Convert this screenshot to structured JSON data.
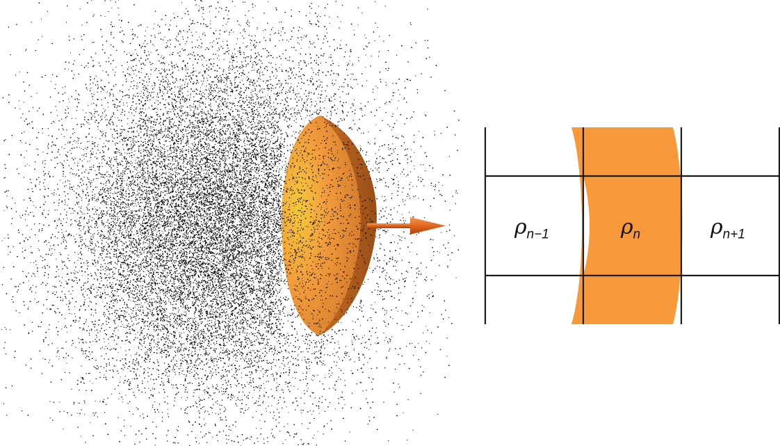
{
  "colors": {
    "particles": "#000000",
    "shell_light": "#f2b93a",
    "shell_mid": "#f09a3c",
    "shell_dark": "#b45f1d",
    "arrow": "#e0661f",
    "band": "#f7993a",
    "grid": "#1a1a1a",
    "background": "#ffffff"
  },
  "particle_cloud": {
    "count": 21000,
    "seed": 7
  },
  "grid_cells": [
    {
      "symbol": "ρ",
      "subscript": "n−1"
    },
    {
      "symbol": "ρ",
      "subscript": "n"
    },
    {
      "symbol": "ρ",
      "subscript": "n+1"
    }
  ]
}
